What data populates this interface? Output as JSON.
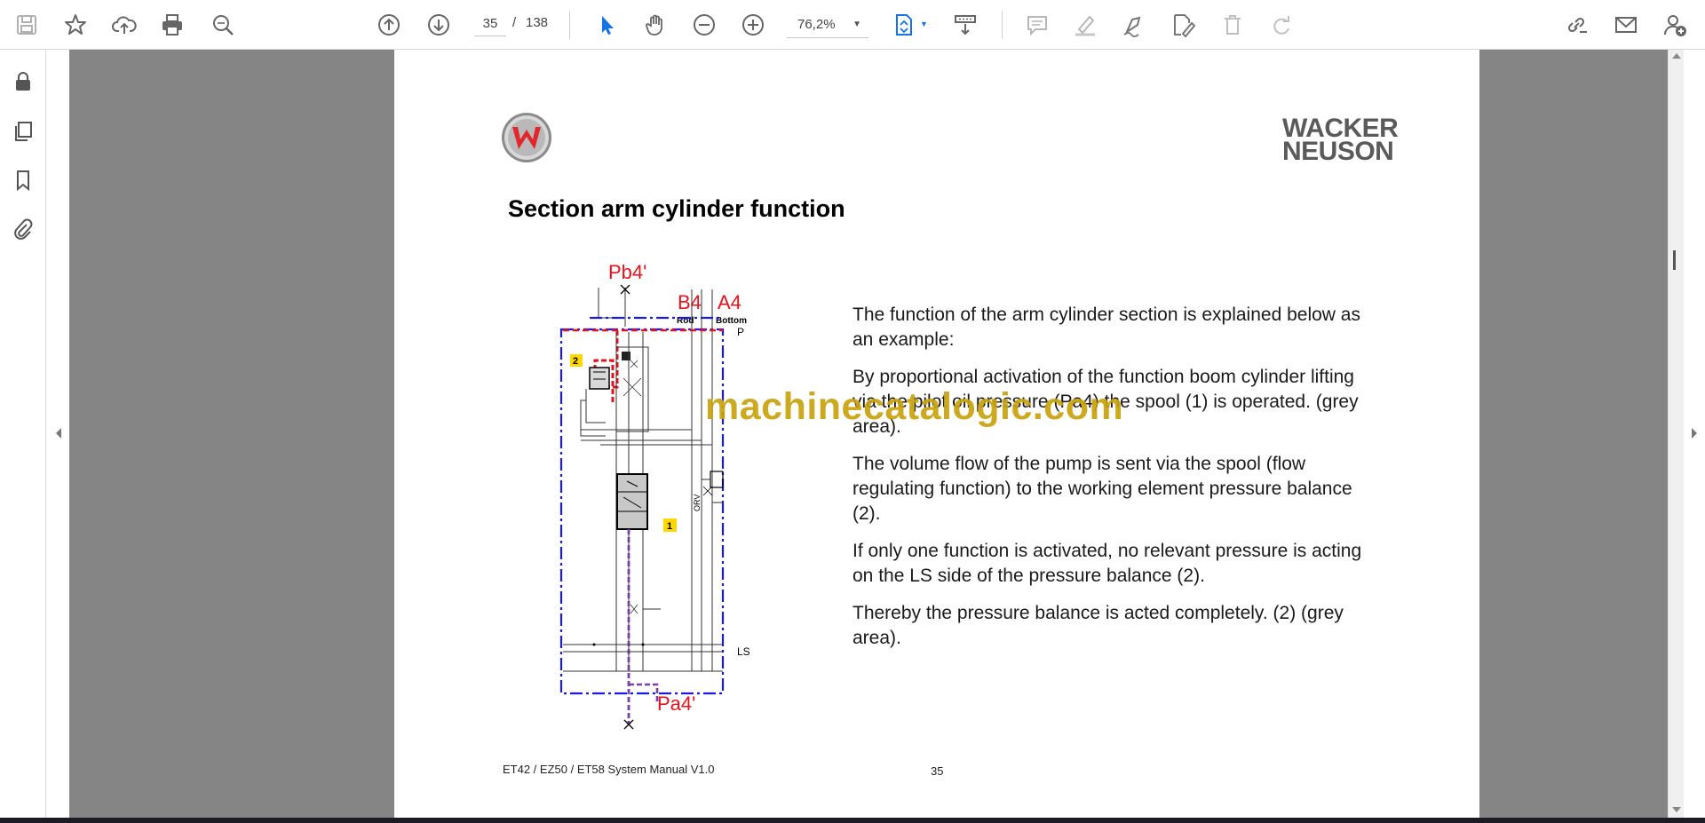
{
  "toolbar": {
    "left_tools": [
      "save-icon",
      "star-icon",
      "upload-icon",
      "print-icon",
      "search-icon"
    ],
    "nav_tools": [
      "arrow-up-icon",
      "arrow-down-icon"
    ],
    "page_current": "35",
    "page_separator": "/",
    "page_total": "138",
    "view_tools": [
      "select-cursor-icon",
      "hand-icon",
      "zoom-out-icon",
      "zoom-in-icon"
    ],
    "zoom": "76,2%",
    "right_tools": [
      "fit-page-icon",
      "scroll-mode-icon",
      "comment-icon",
      "highlight-icon",
      "draw-icon",
      "edit-icon",
      "delete-icon",
      "redo-icon"
    ],
    "far_right": [
      "share-link-icon",
      "mail-icon",
      "account-icon"
    ],
    "accent": "#1473e6"
  },
  "leftnav": {
    "items": [
      "lock-icon",
      "pages-icon",
      "bookmark-icon",
      "attachment-icon"
    ]
  },
  "document": {
    "brand_line1": "WACKER",
    "brand_line2": "NEUSON",
    "title": "Section arm cylinder function",
    "paragraphs": [
      "The function of the arm cylinder section is explained below as an example:",
      "By proportional activation of the function boom cylinder lifting via the pilot oil pressure (Pa4) the spool (1) is operated. (grey area).",
      "The volume flow of the pump is sent via the spool (flow regulating function) to the working element pressure balance (2).",
      "If only one function is activated, no relevant pressure is acting on the LS side of the pressure balance (2).",
      "Thereby the pressure balance is acted completely. (2) (grey area)."
    ],
    "watermark": "machinecatalogic.com",
    "footer_left": "ET42 / EZ50 / ET58 System Manual V1.0",
    "footer_page": "35",
    "diagram": {
      "label_pb4": "Pb4'",
      "label_b4": "B4",
      "label_rod": "Rod",
      "label_a4": "A4",
      "label_bottom": "Bottom",
      "label_p": "P",
      "label_ls": "LS",
      "label_pa4": "Pa4'",
      "label_2": "2",
      "label_1": "1",
      "label_orv": "ORV",
      "colors": {
        "red": "#e8121b",
        "blue": "#1a1ae6",
        "purple": "#7b3fa8",
        "yellow": "#ffd800"
      }
    }
  }
}
